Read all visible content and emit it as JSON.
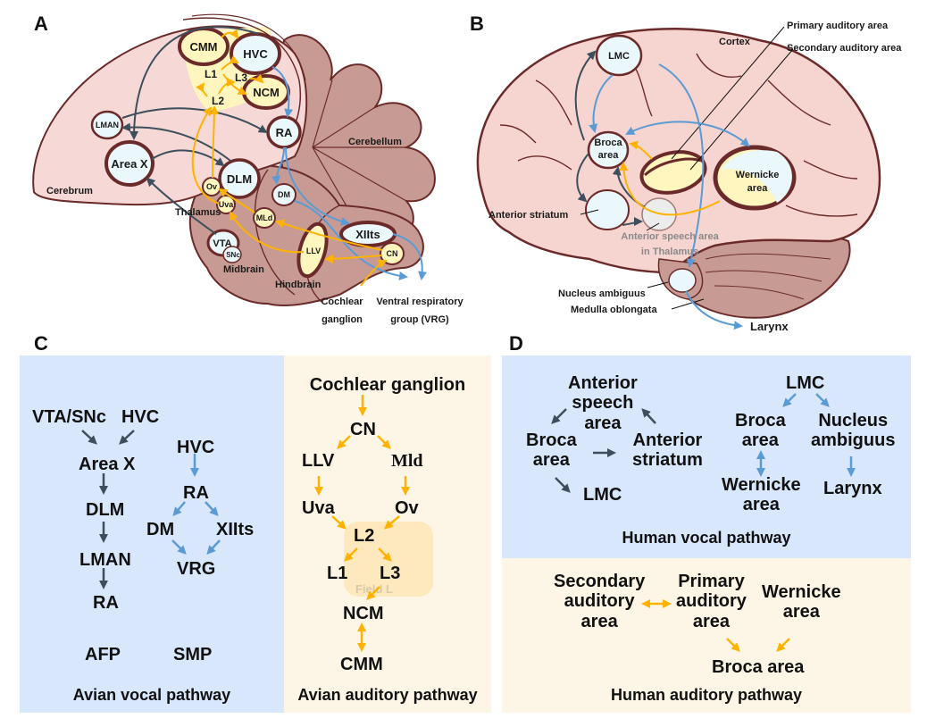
{
  "panels": {
    "a": {
      "letter": "A",
      "regions": {
        "cerebrum": "Cerebrum",
        "cerebellum": "Cerebellum",
        "thalamus": "Thalamus",
        "midbrain": "Midbrain",
        "hindbrain": "Hindbrain"
      },
      "nuclei": {
        "cmm": "CMM",
        "hvc": "HVC",
        "l1": "L1",
        "l2": "L2",
        "l3": "L3",
        "ncm": "NCM",
        "lman": "LMAN",
        "area_x": "Area X",
        "ra": "RA",
        "dlm": "DLM",
        "ov": "Ov",
        "uva": "Uva",
        "mld": "MLd",
        "dm": "DM",
        "xiits": "XIIts",
        "vta": "VTA",
        "snc": "SNc",
        "llv": "LLV",
        "cn": "CN"
      },
      "external": {
        "cochlear_line1": "Cochlear",
        "cochlear_line2": "ganglion",
        "vrg_line1": "Ventral respiratory",
        "vrg_line2": "group (VRG)"
      }
    },
    "b": {
      "letter": "B",
      "labels": {
        "primary_auditory": "Primary auditory area",
        "secondary_auditory": "Secondary auditory area",
        "cortex": "Cortex",
        "lmc": "LMC",
        "broca_line1": "Broca",
        "broca_line2": "area",
        "wernicke_line1": "Wernicke",
        "wernicke_line2": "area",
        "anterior_striatum": "Anterior striatum",
        "anterior_speech_line1": "Anterior speech area",
        "anterior_speech_line2": "in Thalamus",
        "nucleus_ambiguus": "Nucleus ambiguus",
        "medulla": "Medulla oblongata",
        "larynx": "Larynx"
      }
    },
    "c": {
      "letter": "C",
      "vocal": {
        "afp": {
          "vta_snc": "VTA/SNc",
          "hvc": "HVC",
          "area_x": "Area X",
          "dlm": "DLM",
          "lman": "LMAN",
          "ra": "RA",
          "name": "AFP"
        },
        "smp": {
          "hvc": "HVC",
          "ra": "RA",
          "dm": "DM",
          "xiits": "XIIts",
          "vrg": "VRG",
          "name": "SMP"
        },
        "caption": "Avian vocal pathway"
      },
      "auditory": {
        "cochlear_ganglion": "Cochlear ganglion",
        "cn": "CN",
        "llv": "LLV",
        "mld": "Mld",
        "uva": "Uva",
        "ov": "Ov",
        "l2": "L2",
        "l1": "L1",
        "l3": "L3",
        "field_l": "Field L",
        "ncm": "NCM",
        "cmm": "CMM",
        "caption": "Avian auditory pathway"
      }
    },
    "d": {
      "letter": "D",
      "vocal": {
        "anterior_speech": [
          "Anterior",
          "speech",
          "area"
        ],
        "broca_left": [
          "Broca",
          "area"
        ],
        "anterior_striatum": [
          "Anterior",
          "striatum"
        ],
        "lmc_left": "LMC",
        "lmc_right": "LMC",
        "broca_right": [
          "Broca",
          "area"
        ],
        "nucleus_ambiguus": [
          "Nucleus",
          "ambiguus"
        ],
        "wernicke": [
          "Wernicke",
          "area"
        ],
        "larynx": "Larynx",
        "caption": "Human vocal pathway"
      },
      "auditory": {
        "secondary": [
          "Secondary",
          "auditory",
          "area"
        ],
        "primary": [
          "Primary",
          "auditory",
          "area"
        ],
        "wernicke": [
          "Wernicke",
          "area"
        ],
        "broca": "Broca area",
        "caption": "Human auditory pathway"
      }
    }
  },
  "colors": {
    "dark_arrow": "#3d4f5c",
    "blue_arrow": "#5b9bd5",
    "yellow_arrow": "#ffb300",
    "brain_outline": "#6b2a2a",
    "cerebrum_fill": "#f6d9d6",
    "hind_fill": "#c79b93",
    "nucleus_blue": "#eaf7fb",
    "nucleus_yellow": "#fff6bf",
    "panel_blue": "#d8e7fb",
    "panel_cream": "#fdf6e6"
  }
}
